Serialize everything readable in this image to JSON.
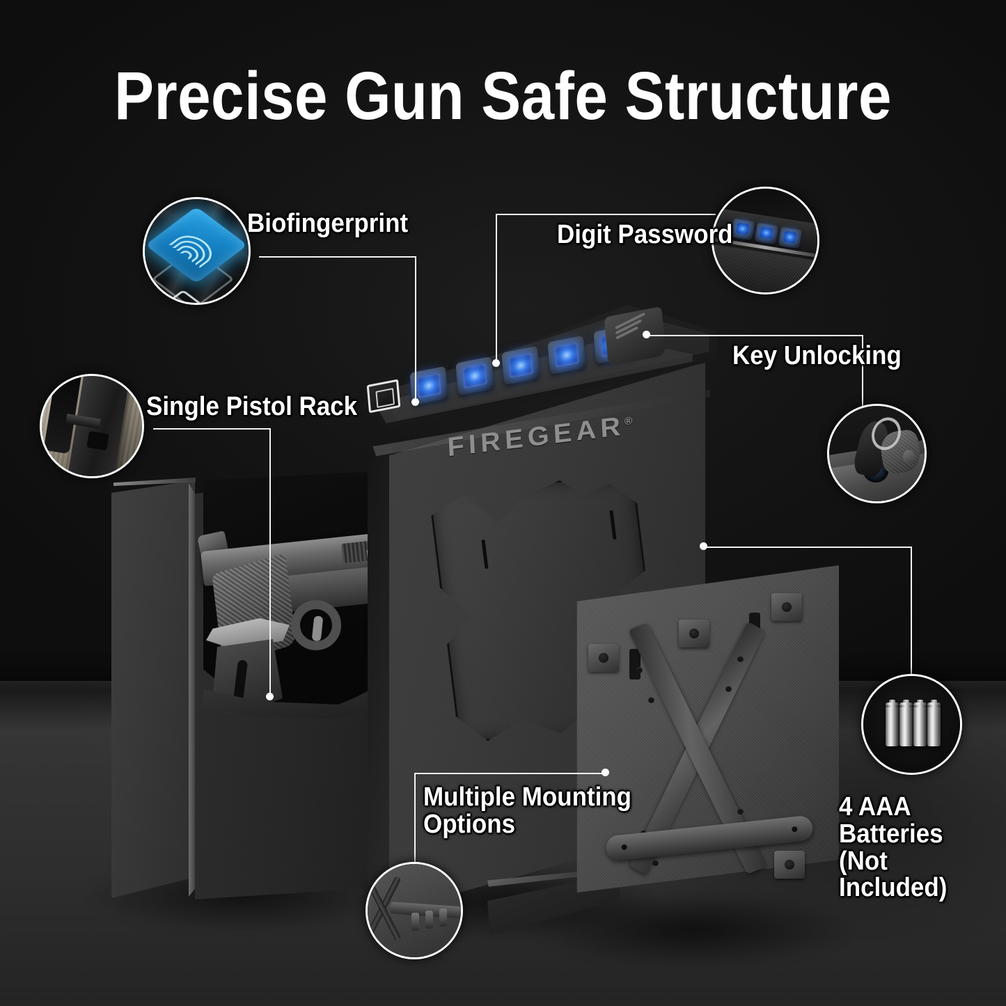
{
  "title": "Precise Gun Safe Structure",
  "brand": {
    "name": "FIREGEAR",
    "trademark": "®"
  },
  "callouts": [
    {
      "id": "biofingerprint",
      "label": "Biofingerprint",
      "icon": "fingerprint-icon"
    },
    {
      "id": "digit-password",
      "label": "Digit Password",
      "icon": "keypad-icon"
    },
    {
      "id": "single-pistol-rack",
      "label": "Single Pistol Rack",
      "icon": "pistol-rack-icon"
    },
    {
      "id": "key-unlocking",
      "label": "Key Unlocking",
      "icon": "key-icon"
    },
    {
      "id": "multiple-mounting",
      "label": "Multiple Mounting\nOptions",
      "icon": "mounting-bracket-icon"
    },
    {
      "id": "aaa-batteries",
      "label": "4 AAA Batteries\n(Not Included)",
      "icon": "battery-icon"
    }
  ],
  "colors": {
    "background": "#131313",
    "surface": "#343434",
    "text": "#ffffff",
    "accent_blue": "#3a7ce8",
    "leader_line": "#f2f2f2",
    "logo_gray": "#8e8e8e"
  }
}
